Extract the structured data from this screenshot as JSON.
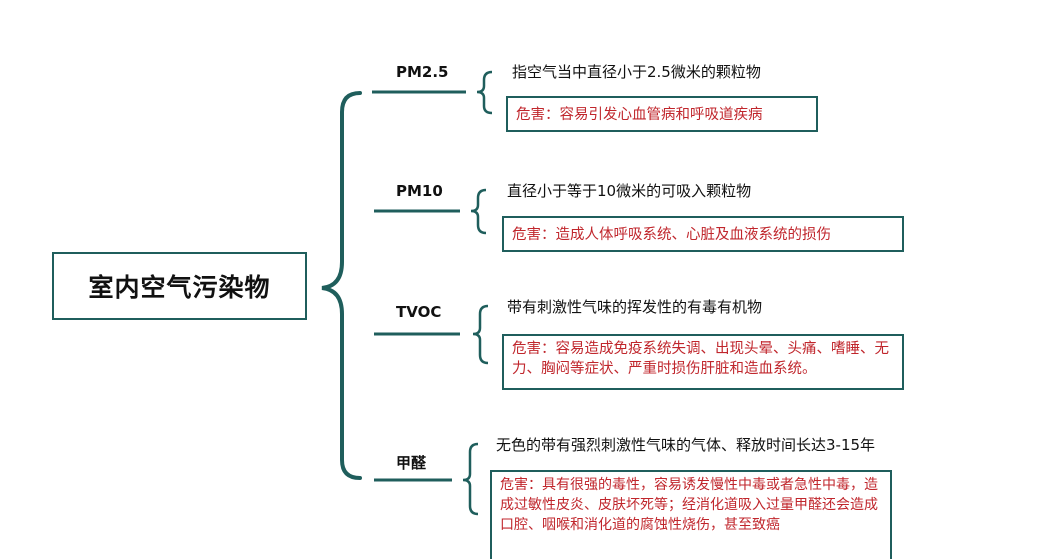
{
  "root": {
    "title": "室内空气污染物"
  },
  "branches": [
    {
      "name": "PM2.5",
      "description": "指空气当中直径小于2.5微米的颗粒物",
      "harm": "危害：容易引发心血管病和呼吸道疾病"
    },
    {
      "name": "PM10",
      "description": "直径小于等于10微米的可吸入颗粒物",
      "harm": "危害：造成人体呼吸系统、心脏及血液系统的损伤"
    },
    {
      "name": "TVOC",
      "description": "带有刺激性气味的挥发性的有毒有机物",
      "harm": "危害：容易造成免疫系统失调、出现头晕、头痛、嗜睡、无力、胸闷等症状、严重时损伤肝脏和造血系统。"
    },
    {
      "name": "甲醛",
      "description": "无色的带有强烈刺激性气味的气体、释放时间长达3-15年",
      "harm": "危害：具有很强的毒性，容易诱发慢性中毒或者急性中毒，造成过敏性皮炎、皮肤坏死等；经消化道吸入过量甲醛还会造成口腔、咽喉和消化道的腐蚀性烧伤，甚至致癌"
    }
  ],
  "colors": {
    "line": "#1f5e5c",
    "harm_text": "#c0262c",
    "text": "#111111"
  }
}
